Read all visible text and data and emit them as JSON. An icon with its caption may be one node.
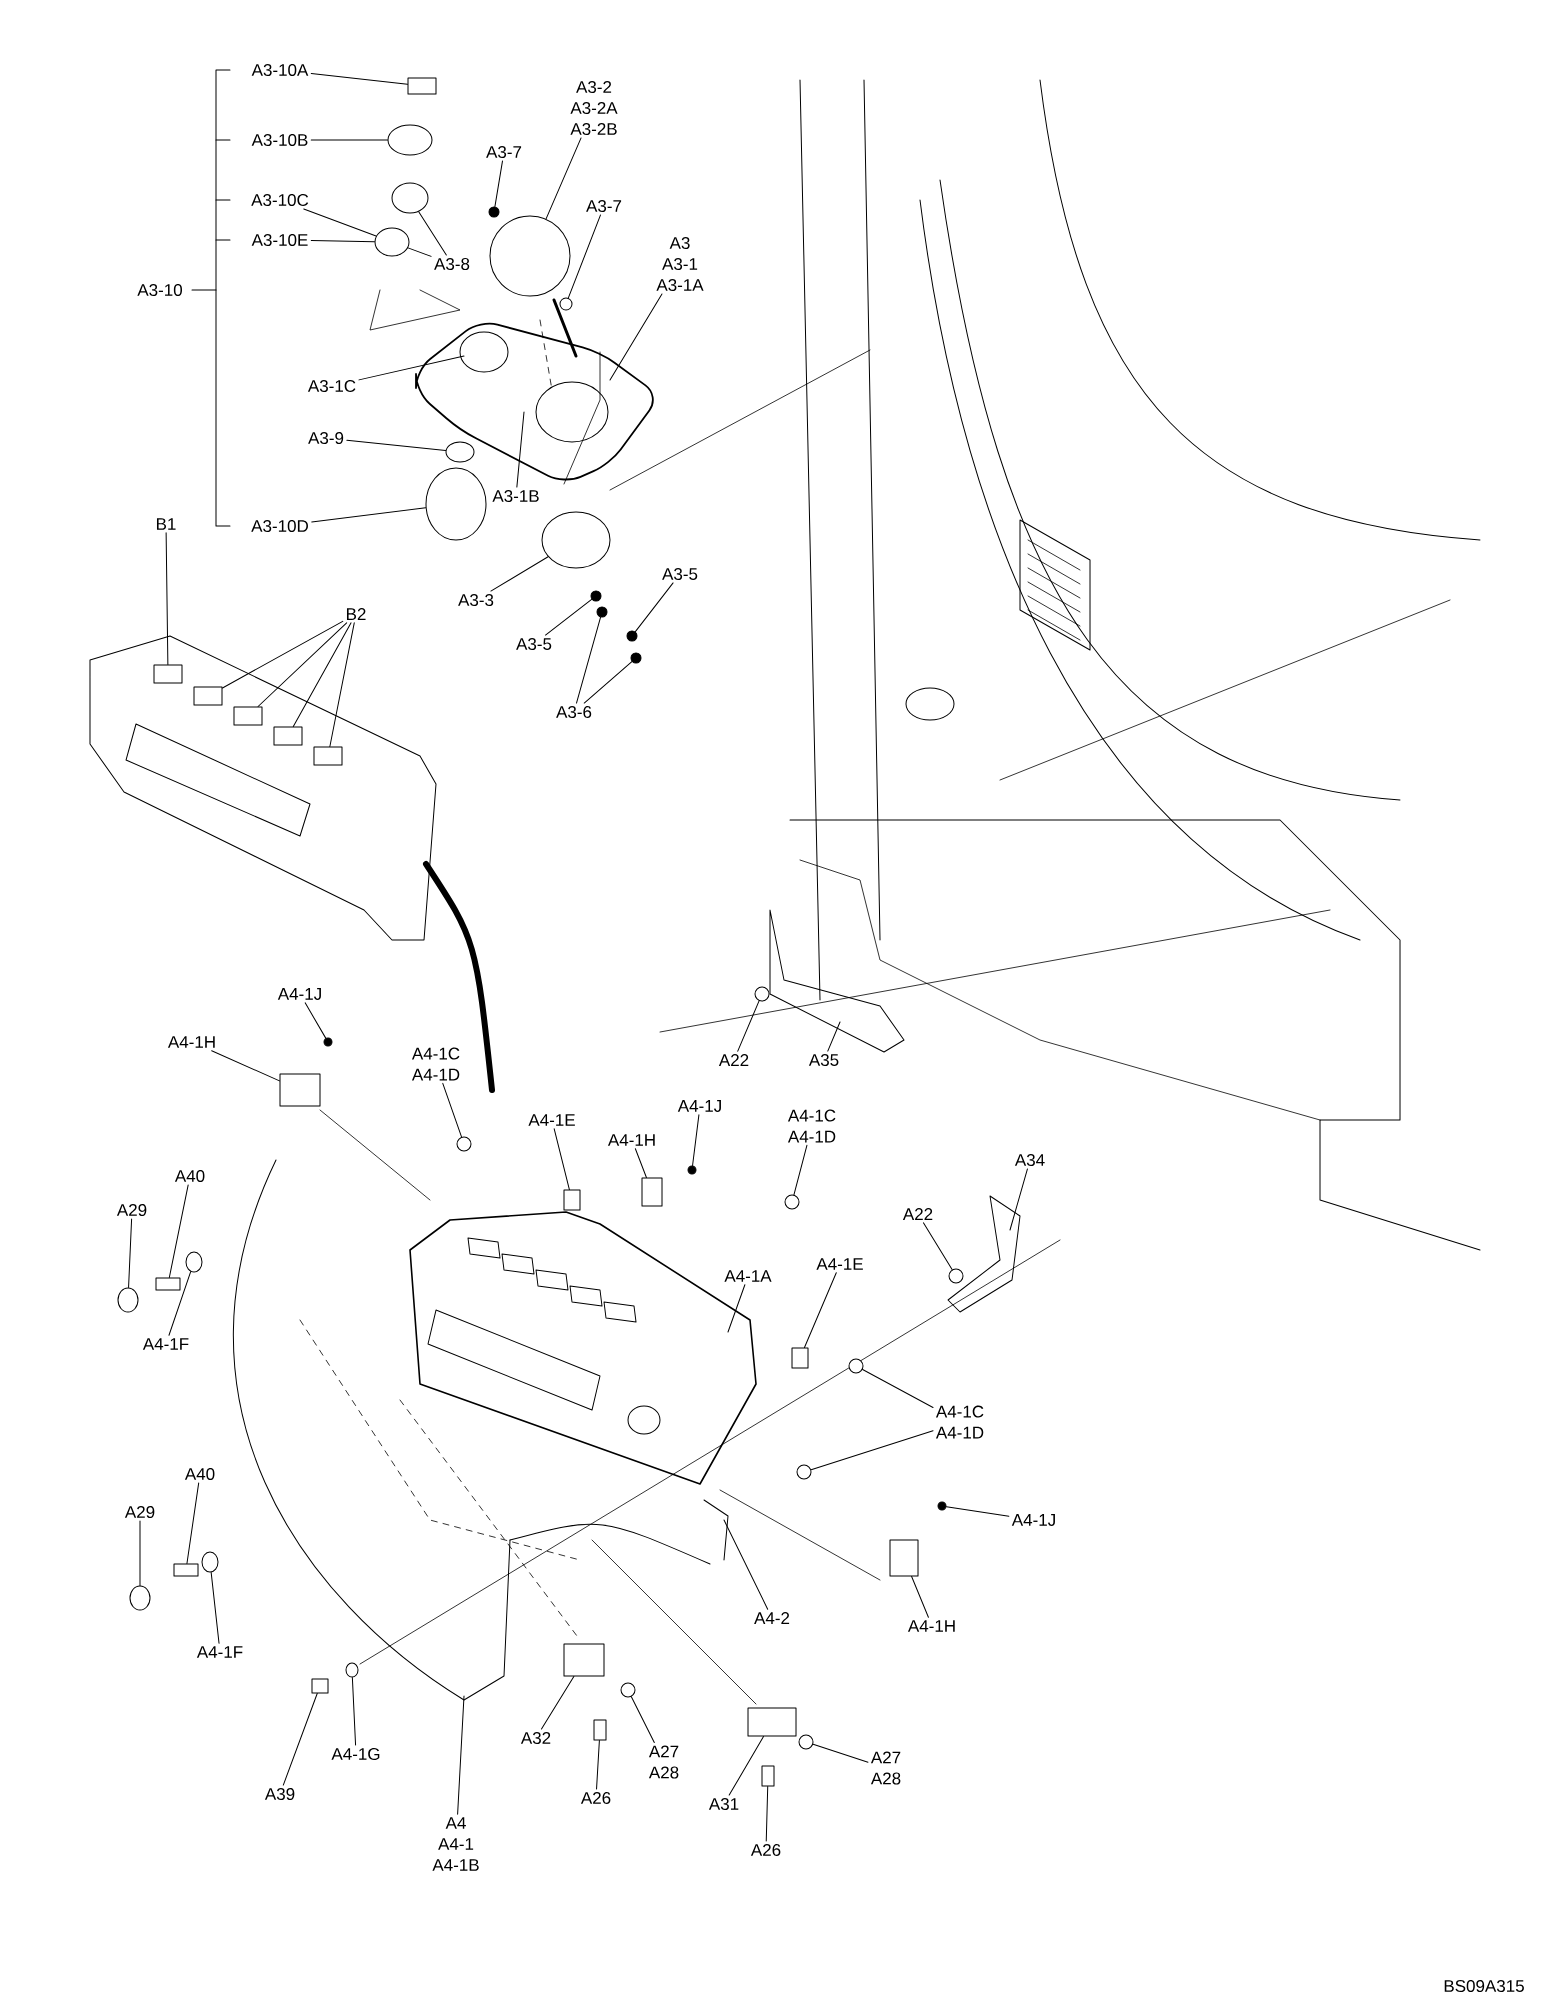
{
  "diagram": {
    "nodes": [
      {
        "text": [
          "A3-10A"
        ]
      },
      {
        "text": [
          "A3-10B"
        ]
      },
      {
        "text": [
          "A3-10C"
        ]
      },
      {
        "text": [
          "A3-10E"
        ]
      },
      {
        "text": [
          "A3-10D"
        ]
      },
      {
        "text": [
          "A3-10"
        ]
      },
      {
        "text": [
          "A3-7"
        ]
      },
      {
        "text": [
          "A3-2",
          "A3-2A",
          "A3-2B"
        ]
      },
      {
        "text": [
          "A3-7"
        ]
      },
      {
        "text": [
          "A3-8"
        ]
      },
      {
        "text": [
          "A3",
          "A3-1",
          "A3-1A"
        ]
      },
      {
        "text": [
          "A3-1C"
        ]
      },
      {
        "text": [
          "A3-9"
        ]
      },
      {
        "text": [
          "A3-1B"
        ]
      },
      {
        "text": [
          "A3-3"
        ]
      },
      {
        "text": [
          "A3-5"
        ]
      },
      {
        "text": [
          "A3-5"
        ]
      },
      {
        "text": [
          "A3-6"
        ]
      },
      {
        "text": [
          "B1"
        ]
      },
      {
        "text": [
          "B2"
        ]
      },
      {
        "text": [
          "A4-1J"
        ]
      },
      {
        "text": [
          "A4-1H"
        ]
      },
      {
        "text": [
          "A4-1C",
          "A4-1D"
        ]
      },
      {
        "text": [
          "A4-1E"
        ]
      },
      {
        "text": [
          "A4-1H"
        ]
      },
      {
        "text": [
          "A4-1J"
        ]
      },
      {
        "text": [
          "A4-1C",
          "A4-1D"
        ]
      },
      {
        "text": [
          "A22"
        ]
      },
      {
        "text": [
          "A35"
        ]
      },
      {
        "text": [
          "A34"
        ]
      },
      {
        "text": [
          "A22"
        ]
      },
      {
        "text": [
          "A40"
        ]
      },
      {
        "text": [
          "A29"
        ]
      },
      {
        "text": [
          "A4-1F"
        ]
      },
      {
        "text": [
          "A4-1A"
        ]
      },
      {
        "text": [
          "A4-1E"
        ]
      },
      {
        "text": [
          "A4-1C",
          "A4-1D"
        ]
      },
      {
        "text": [
          "A4-1J"
        ]
      },
      {
        "text": [
          "A4-1H"
        ]
      },
      {
        "text": [
          "A4-2"
        ]
      },
      {
        "text": [
          "A40"
        ]
      },
      {
        "text": [
          "A29"
        ]
      },
      {
        "text": [
          "A4-1F"
        ]
      },
      {
        "text": [
          "A4-1G"
        ]
      },
      {
        "text": [
          "A39"
        ]
      },
      {
        "text": [
          "A4",
          "A4-1",
          "A4-1B"
        ]
      },
      {
        "text": [
          "A32"
        ]
      },
      {
        "text": [
          "A26"
        ]
      },
      {
        "text": [
          "A27",
          "A28"
        ]
      },
      {
        "text": [
          "A31"
        ]
      },
      {
        "text": [
          "A26"
        ]
      },
      {
        "text": [
          "A27",
          "A28"
        ]
      },
      {
        "text": [],
        "shape": "box"
      },
      {
        "text": [],
        "shape": "circle"
      },
      {
        "text": [],
        "shape": "circle"
      },
      {
        "text": [],
        "shape": "circle"
      },
      {
        "text": [],
        "shape": "circle"
      },
      {
        "text": [],
        "shape": "dot"
      },
      {
        "text": [],
        "shape": "circle"
      },
      {
        "text": [],
        "shape": "circle"
      },
      {
        "text": [],
        "shape": "circle"
      },
      {
        "text": [],
        "shape": "circle"
      },
      {
        "text": [],
        "shape": "dot"
      },
      {
        "text": [],
        "shape": "dot"
      },
      {
        "text": [],
        "shape": "dot"
      },
      {
        "text": [],
        "shape": "dot"
      },
      {
        "text": [],
        "shape": "box"
      },
      {
        "text": [],
        "shape": "box"
      },
      {
        "text": [],
        "shape": "box"
      },
      {
        "text": [],
        "shape": "box"
      },
      {
        "text": [],
        "shape": "box"
      },
      {
        "text": [],
        "shape": "dot"
      },
      {
        "text": [],
        "shape": "box"
      },
      {
        "text": [],
        "shape": "circle"
      },
      {
        "text": [],
        "shape": "box"
      },
      {
        "text": [],
        "shape": "box"
      },
      {
        "text": [],
        "shape": "dot"
      },
      {
        "text": [],
        "shape": "circle"
      },
      {
        "text": [],
        "shape": "circle"
      },
      {
        "text": [],
        "shape": "circle"
      },
      {
        "text": [],
        "shape": "box"
      },
      {
        "text": [],
        "shape": "circle"
      },
      {
        "text": [],
        "shape": "circle"
      },
      {
        "text": [],
        "shape": "box"
      },
      {
        "text": [],
        "shape": "circle"
      },
      {
        "text": [],
        "shape": "circle"
      },
      {
        "text": [],
        "shape": "dot"
      },
      {
        "text": [],
        "shape": "box"
      },
      {
        "text": [],
        "shape": "box"
      },
      {
        "text": [],
        "shape": "circle"
      },
      {
        "text": [],
        "shape": "circle"
      },
      {
        "text": [],
        "shape": "circle"
      },
      {
        "text": [],
        "shape": "box"
      },
      {
        "text": [],
        "shape": "box"
      },
      {
        "text": [],
        "shape": "box"
      },
      {
        "text": [],
        "shape": "circle"
      },
      {
        "text": [],
        "shape": "box"
      },
      {
        "text": [],
        "shape": "box"
      },
      {
        "text": [],
        "shape": "circle"
      }
    ],
    "edges": [
      {
        "from": 0,
        "to": 52,
        "arrow": "none"
      },
      {
        "from": 1,
        "to": 53,
        "arrow": "none"
      },
      {
        "from": 2,
        "to": 55,
        "arrow": "none"
      },
      {
        "from": 3,
        "to": 55,
        "arrow": "none"
      },
      {
        "from": 4,
        "to": 56,
        "arrow": "none"
      },
      {
        "from": 6,
        "to": 57,
        "arrow": "none"
      },
      {
        "from": 7,
        "to": 58,
        "arrow": "none"
      },
      {
        "from": 8,
        "to": 59,
        "arrow": "none"
      },
      {
        "from": 9,
        "to": 54,
        "arrow": "none"
      },
      {
        "from": 9,
        "to": 55,
        "arrow": "none"
      },
      {
        "from": 10,
        "to": null,
        "arrow": "none"
      },
      {
        "from": 11,
        "to": null,
        "arrow": "none"
      },
      {
        "from": 12,
        "to": 60,
        "arrow": "none"
      },
      {
        "from": 13,
        "to": null,
        "arrow": "none"
      },
      {
        "from": 14,
        "to": 61,
        "arrow": "none"
      },
      {
        "from": 15,
        "to": 62,
        "arrow": "none"
      },
      {
        "from": 16,
        "to": 63,
        "arrow": "none"
      },
      {
        "from": 17,
        "to": 64,
        "arrow": "none"
      },
      {
        "from": 17,
        "to": 65,
        "arrow": "none"
      },
      {
        "from": 18,
        "to": 66,
        "arrow": "none"
      },
      {
        "from": 19,
        "to": 67,
        "arrow": "none"
      },
      {
        "from": 19,
        "to": 68,
        "arrow": "none"
      },
      {
        "from": 19,
        "to": 69,
        "arrow": "none"
      },
      {
        "from": 19,
        "to": 70,
        "arrow": "none"
      },
      {
        "from": 20,
        "to": 71,
        "arrow": "none"
      },
      {
        "from": 21,
        "to": 72,
        "arrow": "none"
      },
      {
        "from": 22,
        "to": 73,
        "arrow": "none"
      },
      {
        "from": 23,
        "to": 74,
        "arrow": "none"
      },
      {
        "from": 24,
        "to": 75,
        "arrow": "none"
      },
      {
        "from": 25,
        "to": 76,
        "arrow": "none"
      },
      {
        "from": 26,
        "to": 77,
        "arrow": "none"
      },
      {
        "from": 27,
        "to": 78,
        "arrow": "none"
      },
      {
        "from": 28,
        "to": null,
        "arrow": "none"
      },
      {
        "from": 29,
        "to": null,
        "arrow": "none"
      },
      {
        "from": 30,
        "to": 79,
        "arrow": "none"
      },
      {
        "from": 31,
        "to": 80,
        "arrow": "none"
      },
      {
        "from": 32,
        "to": 81,
        "arrow": "none"
      },
      {
        "from": 33,
        "to": 82,
        "arrow": "none"
      },
      {
        "from": 34,
        "to": null,
        "arrow": "none"
      },
      {
        "from": 35,
        "to": 83,
        "arrow": "none"
      },
      {
        "from": 36,
        "to": 84,
        "arrow": "none"
      },
      {
        "from": 36,
        "to": 85,
        "arrow": "none"
      },
      {
        "from": 37,
        "to": 86,
        "arrow": "none"
      },
      {
        "from": 38,
        "to": 87,
        "arrow": "none"
      },
      {
        "from": 39,
        "to": null,
        "arrow": "none"
      },
      {
        "from": 40,
        "to": 88,
        "arrow": "none"
      },
      {
        "from": 41,
        "to": 89,
        "arrow": "none"
      },
      {
        "from": 42,
        "to": 90,
        "arrow": "none"
      },
      {
        "from": 43,
        "to": 91,
        "arrow": "none"
      },
      {
        "from": 44,
        "to": 92,
        "arrow": "none"
      },
      {
        "from": 45,
        "to": null,
        "arrow": "none"
      },
      {
        "from": 46,
        "to": 93,
        "arrow": "none"
      },
      {
        "from": 47,
        "to": 94,
        "arrow": "none"
      },
      {
        "from": 48,
        "to": 95,
        "arrow": "none"
      },
      {
        "from": 49,
        "to": 96,
        "arrow": "none"
      },
      {
        "from": 50,
        "to": 97,
        "arrow": "none"
      },
      {
        "from": 51,
        "to": 98,
        "arrow": "none"
      }
    ],
    "labels": [
      "BS09A315"
    ]
  }
}
